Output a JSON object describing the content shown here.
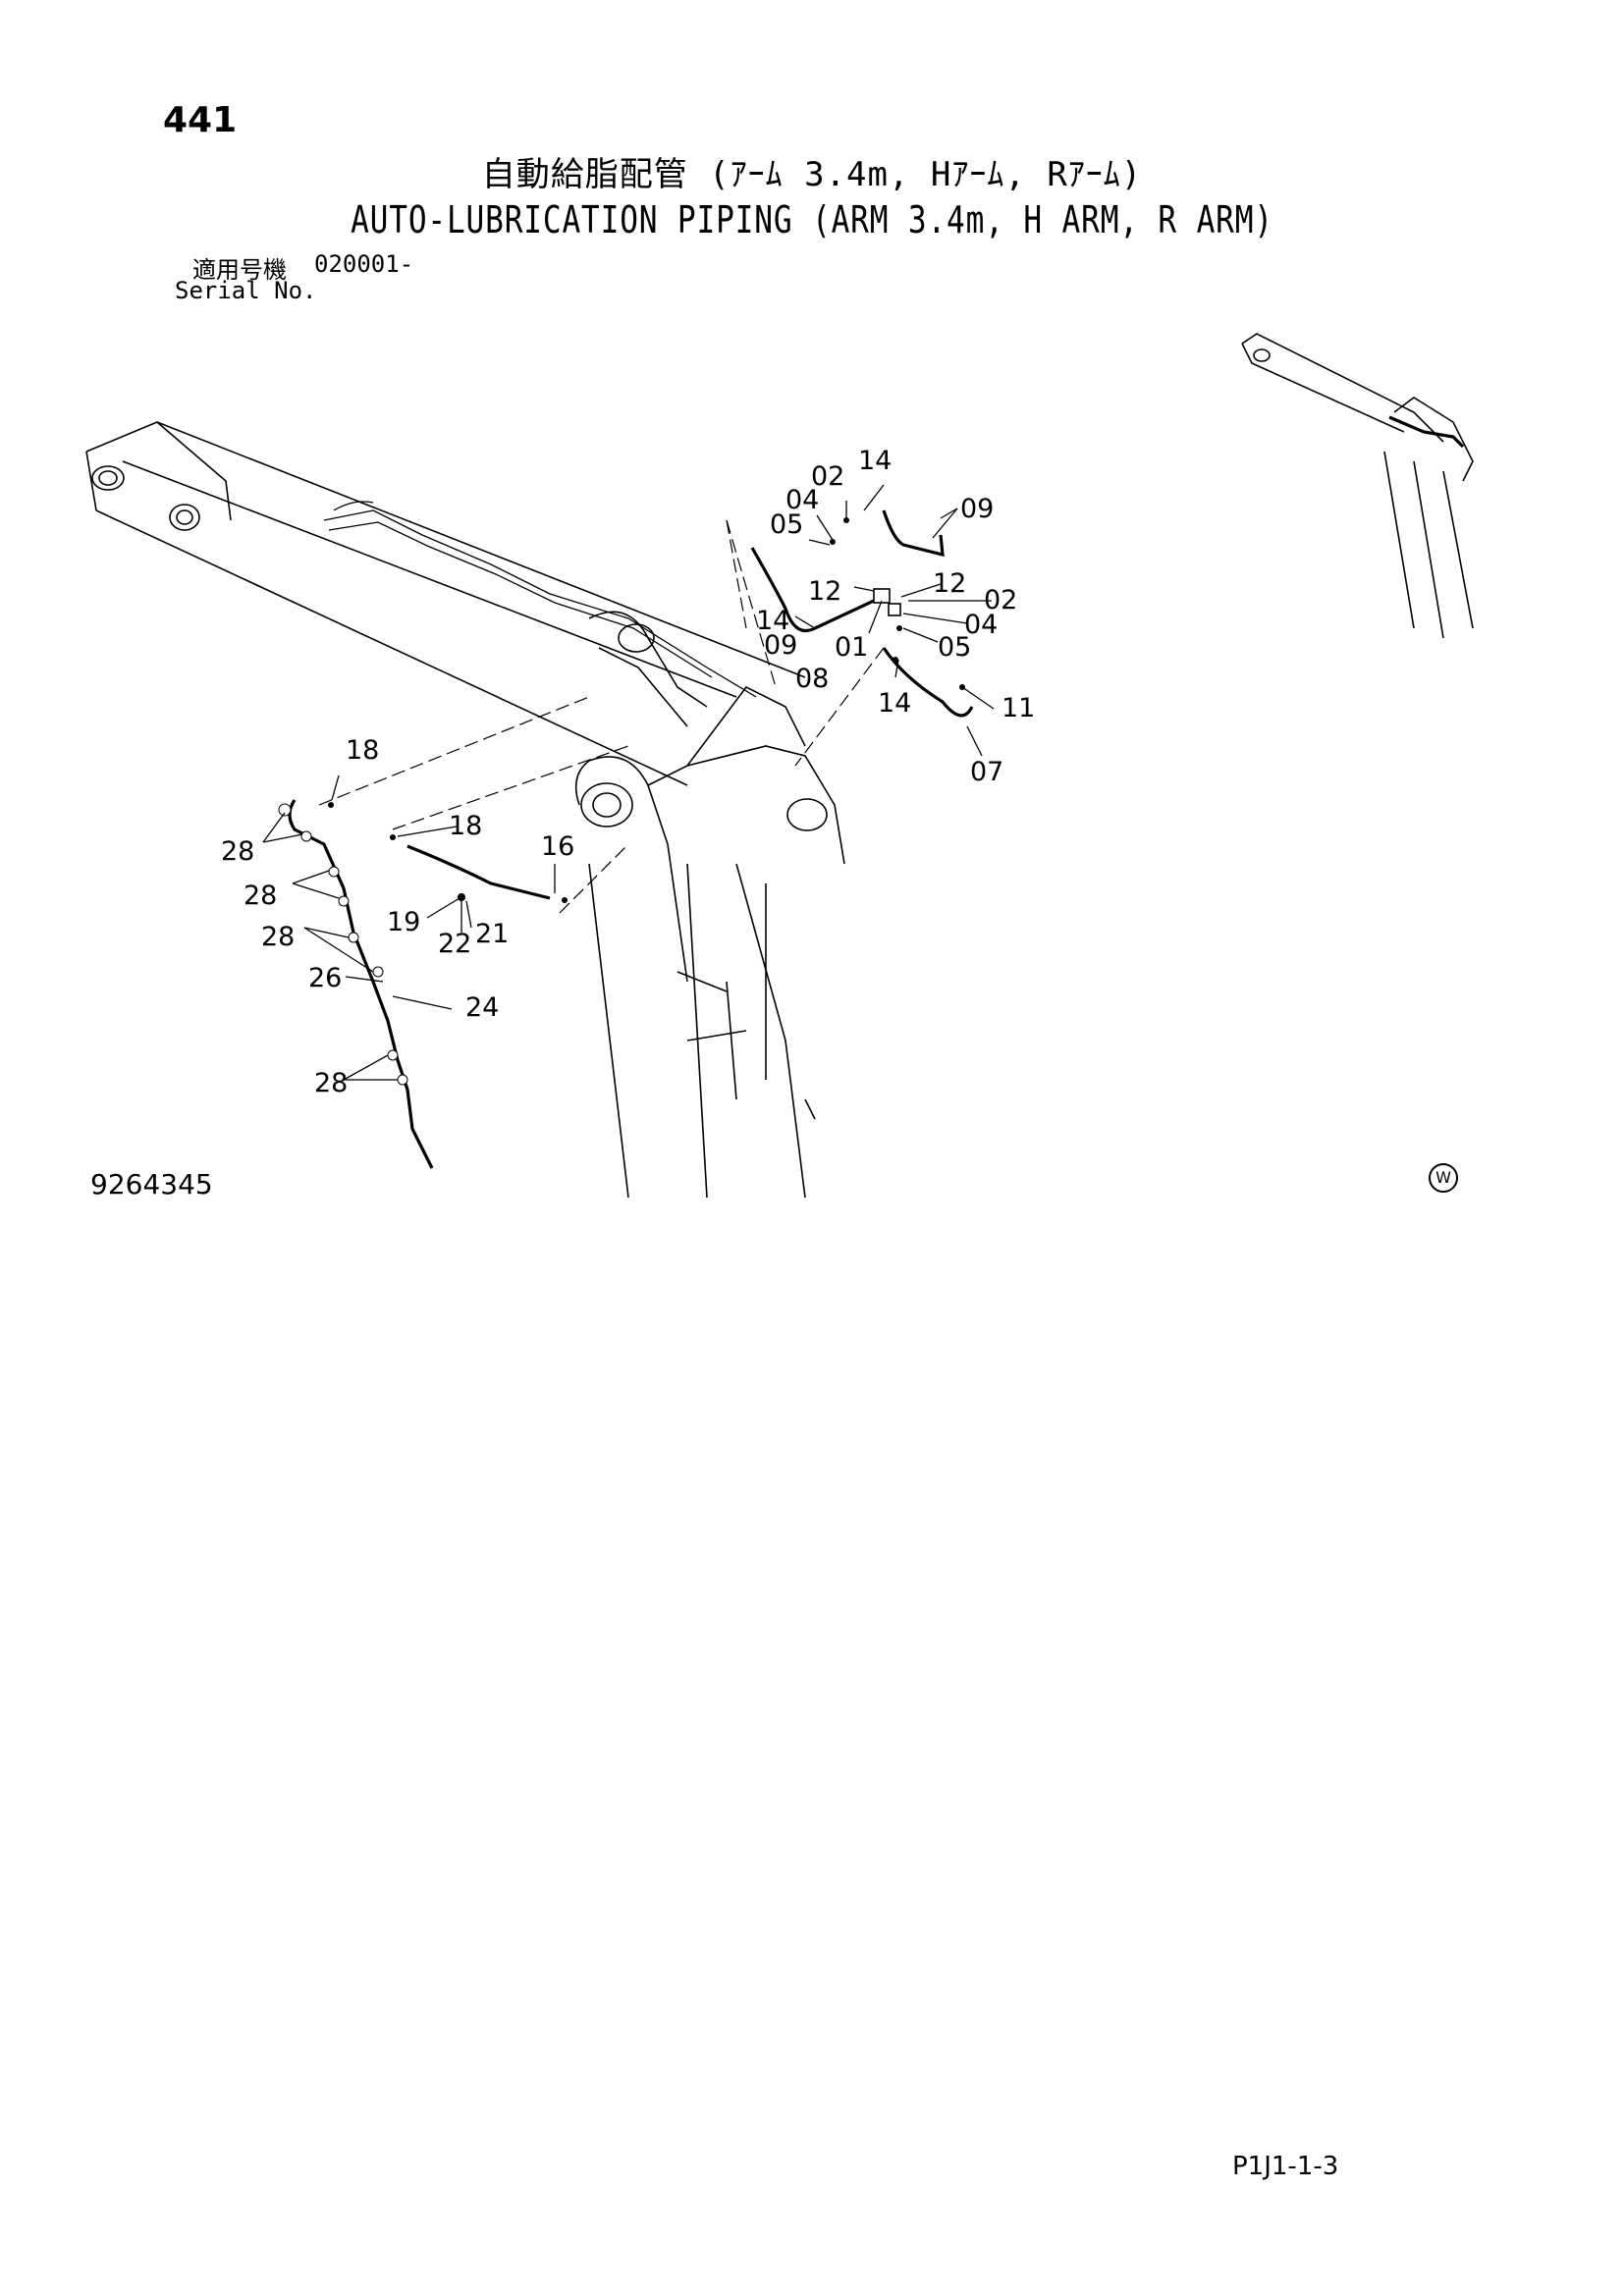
{
  "page_number": "441",
  "title_jp": "自動給脂配管 (ｱｰﾑ 3.4m, Hｱｰﾑ, Rｱｰﾑ)",
  "title_en": "AUTO-LUBRICATION PIPING (ARM 3.4m, H ARM, R ARM)",
  "serial": {
    "label_jp": "適用号機",
    "value": "020001-",
    "label_en": "Serial No."
  },
  "figure_number": "9264345",
  "w_mark": "W",
  "page_code": "P1J1-1-3",
  "part_labels": {
    "c1": "02",
    "c2": "14",
    "c3": "04",
    "c4": "05",
    "c5": "09",
    "c6": "12",
    "c7": "12",
    "c8": "02",
    "c9": "14",
    "c10": "04",
    "c11": "09",
    "c12": "01",
    "c13": "05",
    "c14": "08",
    "c15": "14",
    "c16": "11",
    "c17": "07",
    "c18": "18",
    "c19": "18",
    "c20": "16",
    "c21": "28",
    "c22": "28",
    "c23": "28",
    "c24": "19",
    "c25": "22",
    "c26": "21",
    "c27": "26",
    "c28": "24",
    "c29": "28"
  }
}
